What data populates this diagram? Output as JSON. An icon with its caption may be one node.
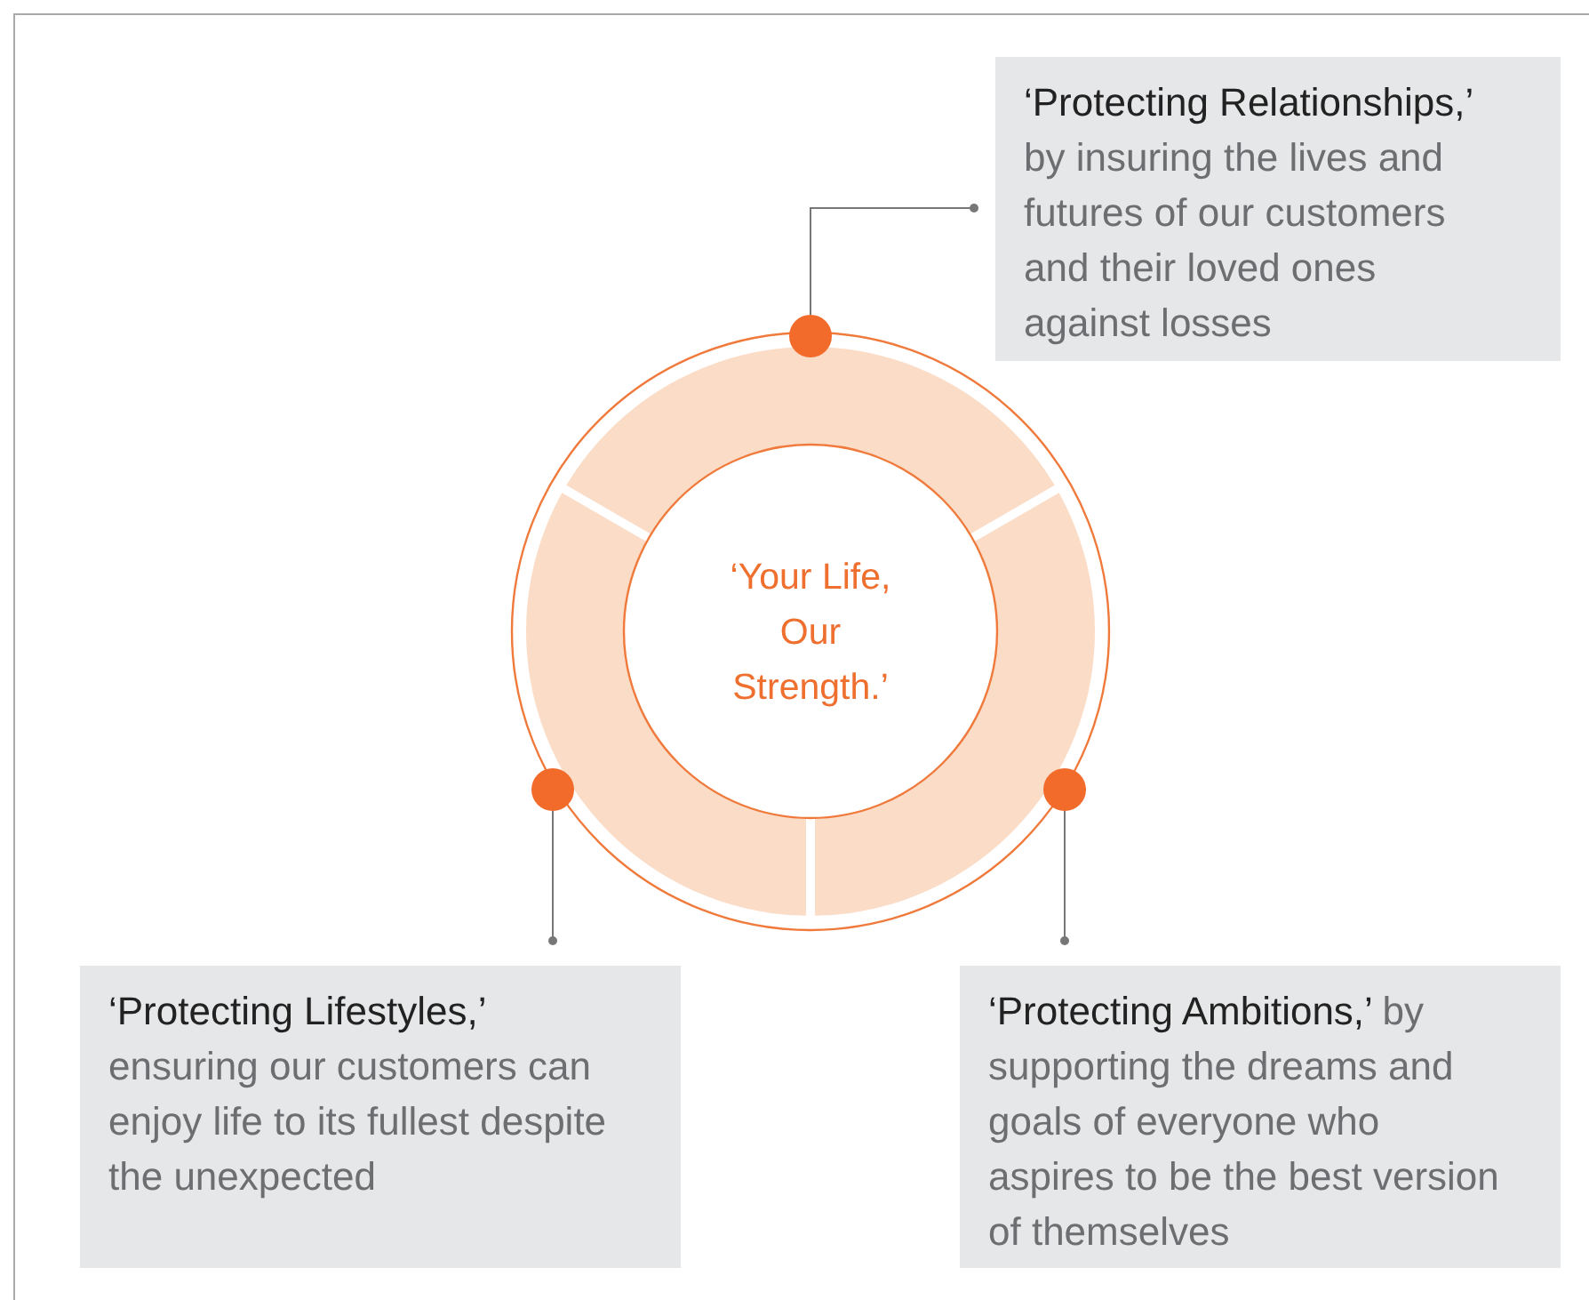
{
  "diagram": {
    "nodes": [
      {
        "text": [
          "‘Protecting Relationships,’",
          "by insuring the lives and futures of our customers and their loved ones against losses"
        ]
      },
      {
        "text": [],
        "shape": "circle"
      },
      {
        "text": [
          "‘Your Life, Our Strength.’"
        ]
      },
      {
        "text": [],
        "shape": "circle"
      },
      {
        "text": [],
        "shape": "circle"
      },
      {
        "text": [
          "‘Protecting Lifestyles,’",
          "ensuring our customers can enjoy life to its fullest despite the unexpected"
        ]
      },
      {
        "text": [
          "‘Protecting Ambitions,’",
          "by supporting the dreams and goals of everyone who aspires to be the best version of themselves"
        ]
      }
    ],
    "edges": [
      {
        "from": 0,
        "to": 1,
        "arrow": "other"
      },
      {
        "from": 5,
        "to": 3,
        "arrow": "other"
      },
      {
        "from": 6,
        "to": 4,
        "arrow": "other"
      }
    ]
  }
}
